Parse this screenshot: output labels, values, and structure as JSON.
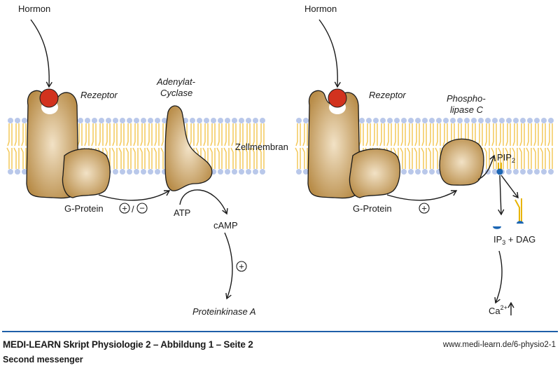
{
  "colors": {
    "protein_fill": "#c19a5b",
    "protein_highlight": "#f2e2c6",
    "hormone": "#d2321e",
    "lipid_head": "#b9c8ea",
    "lipid_tail": "#f4c95a",
    "pip2_head": "#1c66b3",
    "pip2_tail": "#e8b400",
    "footer_rule": "#1f5fa8"
  },
  "diagram": {
    "left_pathway": {
      "hormone_label": "Hormon",
      "receptor_label": "Rezeptor",
      "enzyme_label_line1": "Adenylat-",
      "enzyme_label_line2": "Cyclase",
      "gprotein_label": "G-Protein",
      "gprotein_effect": [
        "+",
        "/",
        "−"
      ],
      "substrate_label": "ATP",
      "product_label": "cAMP",
      "product_effect": "+",
      "target_label": "Proteinkinase A"
    },
    "membrane_label": "Zellmembran",
    "right_pathway": {
      "hormone_label": "Hormon",
      "receptor_label": "Rezeptor",
      "enzyme_label_line1": "Phospho-",
      "enzyme_label_line2": "lipase C",
      "gprotein_label": "G-Protein",
      "gprotein_effect": "+",
      "substrate_label": "PIP",
      "substrate_sub": "2",
      "products_ip": "IP",
      "products_ip_sub": "3",
      "products_rest": " + DAG",
      "ca_label": "Ca",
      "ca_sup": "2+",
      "ca_arrow": "↑"
    }
  },
  "footer": {
    "title": "MEDI-LEARN Skript Physiologie 2 – Abbildung 1 – Seite 2",
    "url": "www.medi-learn.de/6-physio2-1",
    "subtitle": "Second messenger"
  }
}
